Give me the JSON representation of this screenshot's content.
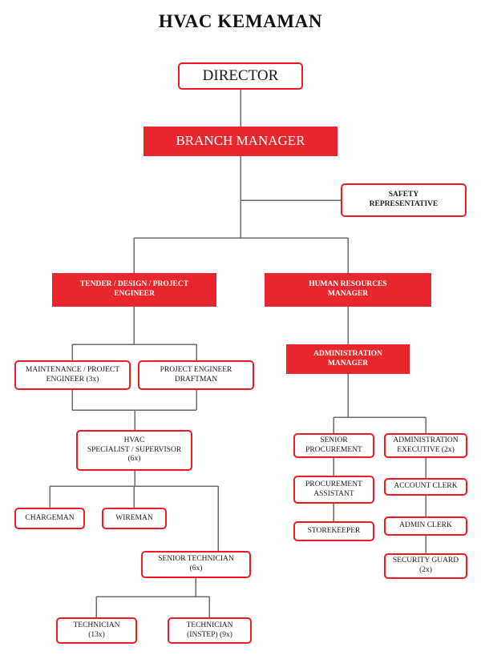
{
  "title": "HVAC KEMAMAN",
  "colors": {
    "brand_red": "#E8262D",
    "border_red": "#ED1C24",
    "connector_gray": "#6b6b6b",
    "text_dark": "#1a1a1a",
    "text_light": "#ffffff",
    "background": "#ffffff"
  },
  "chart_data": {
    "type": "diagram",
    "diagram_type": "organization-chart",
    "title": "HVAC KEMAMAN",
    "nodes": [
      {
        "id": "director",
        "label": "DIRECTOR",
        "style": "outline",
        "count": null,
        "level": 0
      },
      {
        "id": "branch-manager",
        "label": "BRANCH MANAGER",
        "style": "filled",
        "count": null,
        "level": 1
      },
      {
        "id": "safety-representative",
        "label": "SAFETY\nREPRESENTATIVE",
        "style": "outline",
        "count": null,
        "level": 2
      },
      {
        "id": "tender-design-project-engineer",
        "label": "TENDER / DESIGN / PROJECT\nENGINEER",
        "style": "filled",
        "count": null,
        "level": 3
      },
      {
        "id": "human-resources-manager",
        "label": "HUMAN RESOURCES\nMANAGER",
        "style": "filled",
        "count": null,
        "level": 3
      },
      {
        "id": "maintenance-project-engineer",
        "label": "MAINTENANCE / PROJECT\nENGINEER (3x)",
        "style": "outline",
        "count": "3x",
        "level": 4
      },
      {
        "id": "project-engineer-draftman",
        "label": "PROJECT ENGINEER\nDRAFTMAN",
        "style": "outline",
        "count": null,
        "level": 4
      },
      {
        "id": "administration-manager",
        "label": "ADMINISTRATION\nMANAGER",
        "style": "filled",
        "count": null,
        "level": 4
      },
      {
        "id": "hvac-specialist-supervisor",
        "label": "HVAC\nSPECIALIST / SUPERVISOR\n(6x)",
        "style": "outline",
        "count": "6x",
        "level": 5
      },
      {
        "id": "senior-procurement",
        "label": "SENIOR\nPROCUREMENT",
        "style": "outline",
        "count": null,
        "level": 5
      },
      {
        "id": "administration-executive",
        "label": "ADMINISTRATION\nEXECUTIVE (2x)",
        "style": "outline",
        "count": "2x",
        "level": 5
      },
      {
        "id": "chargeman",
        "label": "CHARGEMAN",
        "style": "outline",
        "count": null,
        "level": 6
      },
      {
        "id": "wireman",
        "label": "WIREMAN",
        "style": "outline",
        "count": null,
        "level": 6
      },
      {
        "id": "procurement-assistant",
        "label": "PROCUREMENT\nASSISTANT",
        "style": "outline",
        "count": null,
        "level": 6
      },
      {
        "id": "account-clerk",
        "label": "ACCOUNT CLERK",
        "style": "outline",
        "count": null,
        "level": 6
      },
      {
        "id": "storekeeper",
        "label": "STOREKEEPER",
        "style": "outline",
        "count": null,
        "level": 7
      },
      {
        "id": "admin-clerk",
        "label": "ADMIN CLERK",
        "style": "outline",
        "count": null,
        "level": 7
      },
      {
        "id": "senior-technician",
        "label": "SENIOR TECHNICIAN\n(6x)",
        "style": "outline",
        "count": "6x",
        "level": 7
      },
      {
        "id": "security-guard",
        "label": "SECURITY GUARD\n(2x)",
        "style": "outline",
        "count": "2x",
        "level": 8
      },
      {
        "id": "technician",
        "label": "TECHNICIAN\n(13x)",
        "style": "outline",
        "count": "13x",
        "level": 8
      },
      {
        "id": "technician-instep",
        "label": "TECHNICIAN\n(INSTEP) (9x)",
        "style": "outline",
        "count": "9x",
        "level": 8
      }
    ],
    "edges": [
      {
        "from": "director",
        "to": "branch-manager"
      },
      {
        "from": "branch-manager",
        "to": "safety-representative"
      },
      {
        "from": "branch-manager",
        "to": "tender-design-project-engineer"
      },
      {
        "from": "branch-manager",
        "to": "human-resources-manager"
      },
      {
        "from": "tender-design-project-engineer",
        "to": "maintenance-project-engineer"
      },
      {
        "from": "tender-design-project-engineer",
        "to": "project-engineer-draftman"
      },
      {
        "from": "human-resources-manager",
        "to": "administration-manager"
      },
      {
        "from": "maintenance-project-engineer",
        "to": "hvac-specialist-supervisor"
      },
      {
        "from": "project-engineer-draftman",
        "to": "hvac-specialist-supervisor"
      },
      {
        "from": "administration-manager",
        "to": "senior-procurement"
      },
      {
        "from": "administration-manager",
        "to": "administration-executive"
      },
      {
        "from": "hvac-specialist-supervisor",
        "to": "chargeman"
      },
      {
        "from": "hvac-specialist-supervisor",
        "to": "wireman"
      },
      {
        "from": "hvac-specialist-supervisor",
        "to": "senior-technician"
      },
      {
        "from": "senior-procurement",
        "to": "procurement-assistant"
      },
      {
        "from": "procurement-assistant",
        "to": "storekeeper"
      },
      {
        "from": "administration-executive",
        "to": "account-clerk"
      },
      {
        "from": "account-clerk",
        "to": "admin-clerk"
      },
      {
        "from": "admin-clerk",
        "to": "security-guard"
      },
      {
        "from": "senior-technician",
        "to": "technician"
      },
      {
        "from": "senior-technician",
        "to": "technician-instep"
      }
    ]
  }
}
